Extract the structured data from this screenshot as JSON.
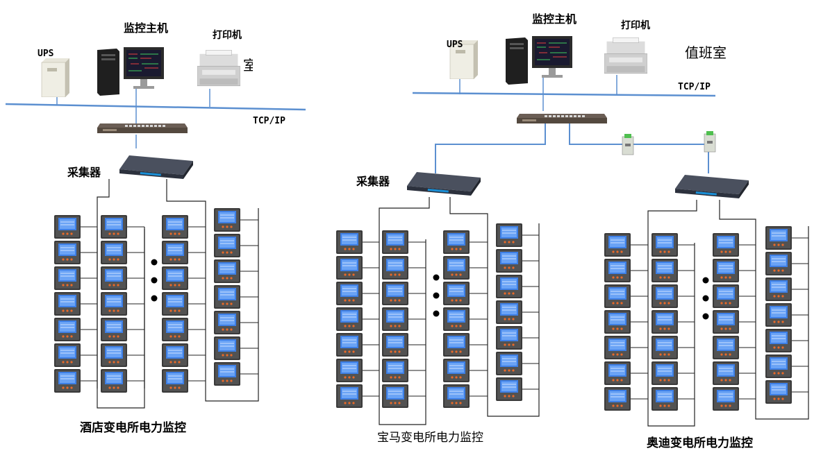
{
  "room_label": "值班室",
  "host_label": "监控主机",
  "printer_label": "打印机",
  "ups_label": "UPS",
  "protocol_label": "TCP/IP",
  "collector_label": "采集器",
  "partial_glyph": "室",
  "sections": [
    {
      "caption": "酒店变电所电力监控"
    },
    {
      "caption": "宝马变电所电力监控"
    },
    {
      "caption": "奥迪变电所电力监控"
    }
  ],
  "colors": {
    "network_line": "#5b8fd0",
    "wire": "#222222",
    "meter_frame": "#3a3a3a",
    "meter_screen": "#3d7fe6",
    "device_gray": "#cfcfcf",
    "switch_body": "#6b5e55",
    "collector_body": "#3b4150"
  }
}
